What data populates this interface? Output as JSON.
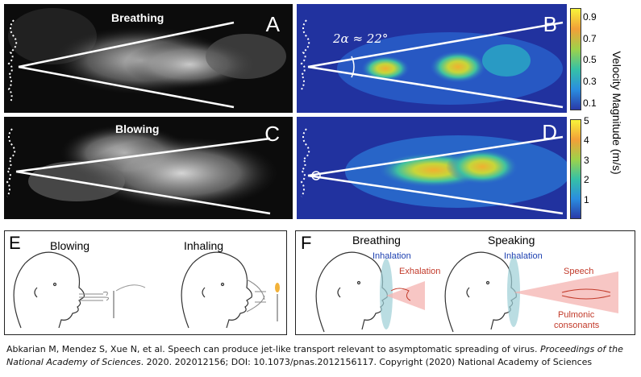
{
  "panels": {
    "a": {
      "label": "A",
      "title": "Breathing"
    },
    "b": {
      "label": "B",
      "angle": "2α ≈ 22°"
    },
    "c": {
      "label": "C",
      "title": "Blowing"
    },
    "d": {
      "label": "D"
    },
    "e": {
      "label": "E",
      "left_title": "Blowing",
      "right_title": "Inhaling"
    },
    "f": {
      "label": "F",
      "left_title": "Breathing",
      "right_title": "Speaking",
      "inhalation": "Inhalation",
      "exhalation": "Exhalation",
      "speech": "Speech",
      "pulmonic_line1": "Pulmonic",
      "pulmonic_line2": "consonants"
    }
  },
  "colorbar_b": {
    "ticks": [
      "0.9",
      "0.7",
      "0.5",
      "0.3",
      "0.1"
    ]
  },
  "colorbar_d": {
    "ticks": [
      "5",
      "4",
      "3",
      "2",
      "1"
    ]
  },
  "colorbar_title": "Velocity Magnitude (m/s)",
  "caption": {
    "text1": "Abkarian M, Mendez S, Xue N, et al. Speech can produce jet-like transport relevant to asymptomatic spreading of virus. ",
    "journal": "Proceedings of the National Academy of Sciences",
    "text2": ". 2020.  202012156; DOI: 10.1073/pnas.2012156117.  Copyright (2020) National Academy of Sciences"
  },
  "colors": {
    "accent_blue": "#1c3fb0",
    "accent_red": "#c23a2a",
    "jet_dark": "#1a3aa8"
  }
}
